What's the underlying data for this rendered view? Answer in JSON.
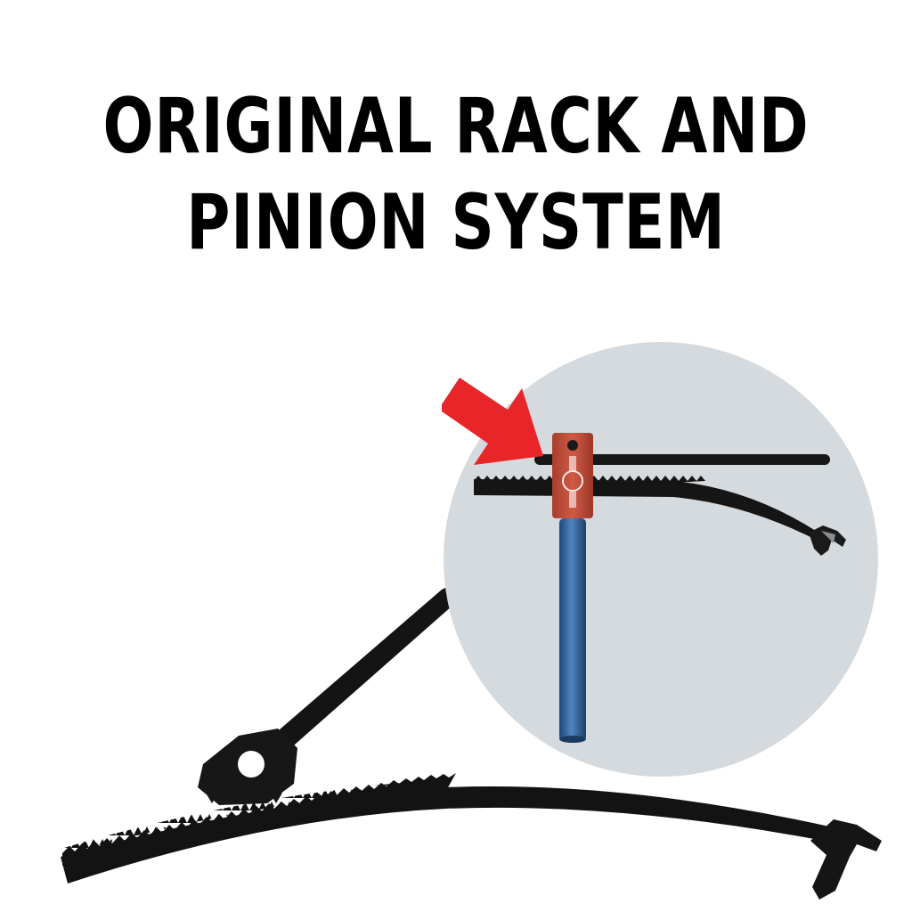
{
  "headline": {
    "line1": "ORIGINAL RACK AND",
    "line2": "PINION SYSTEM"
  },
  "colors": {
    "background": "#ffffff",
    "text": "#000000",
    "inset_circle": "#d5dade",
    "tool_black": "#111111",
    "arrow_red": "#e8262a",
    "handle_blue": "#2f5e93",
    "pinion_block_red": "#c0503c"
  },
  "icons": {
    "pointer": "arrow-icon",
    "product": "rack-and-pinion-tool"
  }
}
